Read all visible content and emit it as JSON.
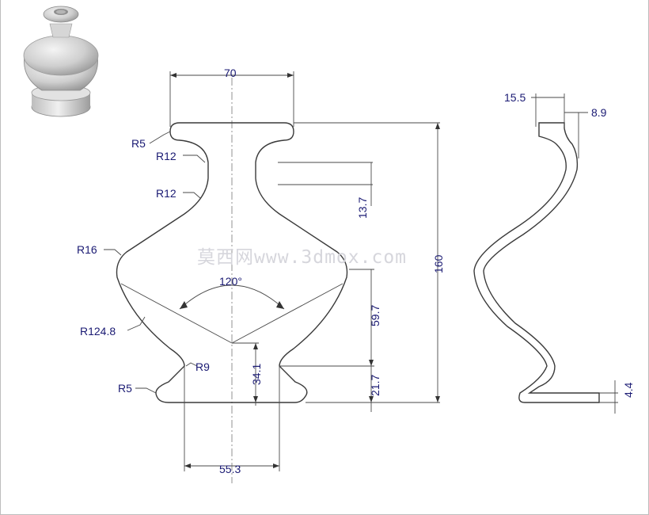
{
  "drawing": {
    "dimensions": {
      "top_width": "70",
      "waist_drop": "13.7",
      "total_height": "160",
      "lower_height": "59.7",
      "base_height": "21.7",
      "foot_depth": "34.1",
      "base_width": "55.3",
      "angle": "120°",
      "lip_width": "15.5",
      "wall_thickness": "8.9",
      "foot_thickness": "4.4"
    },
    "radii": {
      "lip": "R5",
      "neck_upper": "R12",
      "neck_lower": "R12",
      "shoulder": "R16",
      "body_arc": "R124.8",
      "inner": "R9",
      "foot": "R5"
    },
    "watermark": "莫西网www.3dmox.com"
  },
  "colors": {
    "dimension_text": "#1a1a73",
    "outline": "#3a3a3a",
    "model_fill": "#d9d9d9"
  }
}
